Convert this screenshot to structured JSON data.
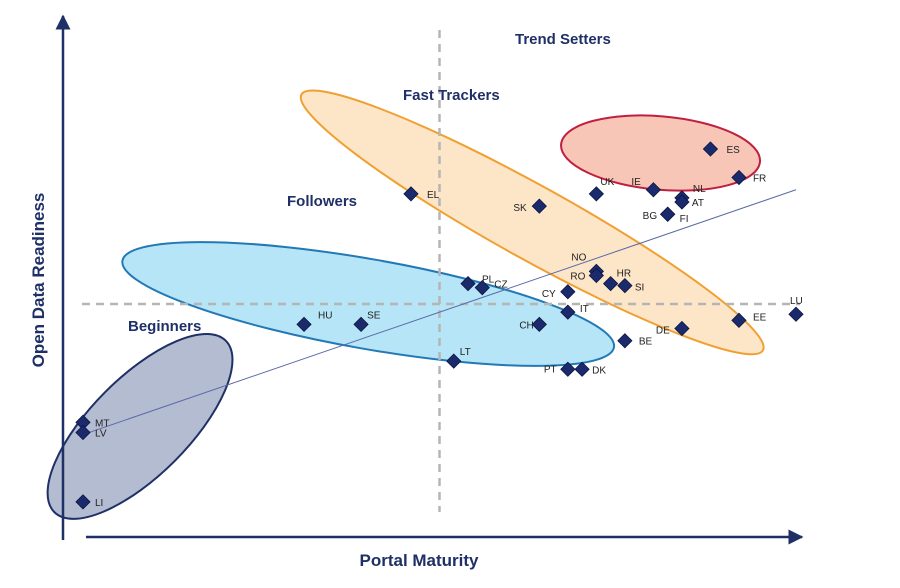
{
  "chart_data": {
    "type": "scatter",
    "title": "",
    "xlabel": "Portal Maturity",
    "ylabel": "Open Data Readiness",
    "xlim": [
      0,
      100
    ],
    "ylim": [
      0,
      100
    ],
    "grid": false,
    "quadrant_divider": {
      "x": 50,
      "y": 50
    },
    "trend_line": {
      "from": [
        0,
        18
      ],
      "to": [
        100,
        78
      ]
    },
    "colors": {
      "axis": "#1f3067",
      "marker": "#1a2a6c",
      "divider": "#b5b5b5",
      "label": "#1f3067",
      "trend": "#5a6aa8"
    },
    "clusters": [
      {
        "name": "Beginners",
        "fill": "#8090b0",
        "opacity": 0.6,
        "stroke": "#1f3067",
        "center": [
          8,
          20
        ],
        "rx": 17,
        "ry": 12,
        "angle": -45
      },
      {
        "name": "Followers",
        "fill": "#8fd7f2",
        "opacity": 0.65,
        "stroke": "#2279b5",
        "center": [
          40,
          50
        ],
        "rx": 35,
        "ry": 11,
        "angle": 10
      },
      {
        "name": "Fast Trackers",
        "fill": "#fbd3a2",
        "opacity": 0.6,
        "stroke": "#f0a030",
        "center": [
          63,
          70
        ],
        "rx": 37,
        "ry": 9,
        "angle": 29
      },
      {
        "name": "Trend Setters",
        "fill": "#f6b39f",
        "opacity": 0.75,
        "stroke": "#c02040",
        "center": [
          81,
          87
        ],
        "rx": 14,
        "ry": 9,
        "angle": 5
      }
    ],
    "points": [
      {
        "label": "MT",
        "x": 0,
        "y": 21
      },
      {
        "label": "LV",
        "x": 0,
        "y": 18.5
      },
      {
        "label": "LI",
        "x": 0,
        "y": 1.5
      },
      {
        "label": "HU",
        "x": 31,
        "y": 45
      },
      {
        "label": "SE",
        "x": 39,
        "y": 45
      },
      {
        "label": "LT",
        "x": 52,
        "y": 36
      },
      {
        "label": "PL",
        "x": 54,
        "y": 55
      },
      {
        "label": "CZ",
        "x": 56,
        "y": 54
      },
      {
        "label": "CY",
        "x": 68,
        "y": 53
      },
      {
        "label": "CH",
        "x": 64,
        "y": 45
      },
      {
        "label": "IT",
        "x": 68,
        "y": 48
      },
      {
        "label": "PT",
        "x": 68,
        "y": 34
      },
      {
        "label": "DK",
        "x": 70,
        "y": 34
      },
      {
        "label": "BE",
        "x": 76,
        "y": 41
      },
      {
        "label": "DE",
        "x": 84,
        "y": 44
      },
      {
        "label": "EE",
        "x": 92,
        "y": 46
      },
      {
        "label": "LU",
        "x": 100,
        "y": 47.5
      },
      {
        "label": "NO",
        "x": 72,
        "y": 58
      },
      {
        "label": "RO",
        "x": 72,
        "y": 57
      },
      {
        "label": "HR",
        "x": 74,
        "y": 55
      },
      {
        "label": "SI",
        "x": 76,
        "y": 54.5
      },
      {
        "label": "SK",
        "x": 64,
        "y": 74
      },
      {
        "label": "EL",
        "x": 46,
        "y": 77
      },
      {
        "label": "UK",
        "x": 72,
        "y": 77
      },
      {
        "label": "IE",
        "x": 80,
        "y": 78
      },
      {
        "label": "NL",
        "x": 84,
        "y": 76
      },
      {
        "label": "AT",
        "x": 84,
        "y": 75
      },
      {
        "label": "BG",
        "x": 82,
        "y": 72
      },
      {
        "label": "FI",
        "x": 82,
        "y": 72
      },
      {
        "label": "ES",
        "x": 88,
        "y": 88
      },
      {
        "label": "FR",
        "x": 92,
        "y": 81
      }
    ]
  }
}
